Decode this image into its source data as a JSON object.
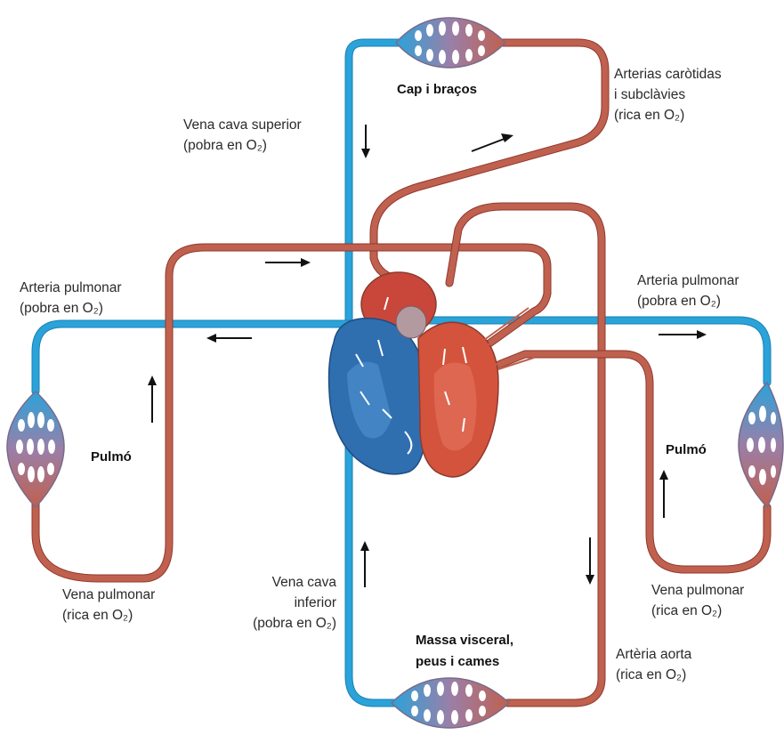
{
  "labels": {
    "head_arms": "Cap i braços",
    "carotid_line1": "Arterias caròtidas",
    "carotid_line2": "i subclàvies",
    "carotid_line3": "(rica en O₂)",
    "svc_line1": "Vena cava superior",
    "svc_line2": "(pobra en O₂)",
    "pulm_artery_left_line1": "Arteria pulmonar",
    "pulm_artery_left_line2": "(pobra en O₂)",
    "pulm_artery_right_line1": "Arteria pulmonar",
    "pulm_artery_right_line2": "(pobra en O₂)",
    "lung_left": "Pulmó",
    "lung_right": "Pulmó",
    "pulm_vein_left_line1": "Vena pulmonar",
    "pulm_vein_left_line2": "(rica en O₂)",
    "pulm_vein_right_line1": "Vena pulmonar",
    "pulm_vein_right_line2": "(rica en O₂)",
    "ivc_line1": "Vena cava",
    "ivc_line2": "inferior",
    "ivc_line3": "(pobra en O₂)",
    "viscera_line1": "Massa visceral,",
    "viscera_line2": "peus i cames",
    "aorta_line1": "Artèria aorta",
    "aorta_line2": "(rica en O₂)"
  },
  "colors": {
    "oxygen_poor": "#2aa3da",
    "oxygen_rich": "#c0604e",
    "heart_right_side": "#2f6fb0",
    "heart_left_side": "#d4533c"
  }
}
